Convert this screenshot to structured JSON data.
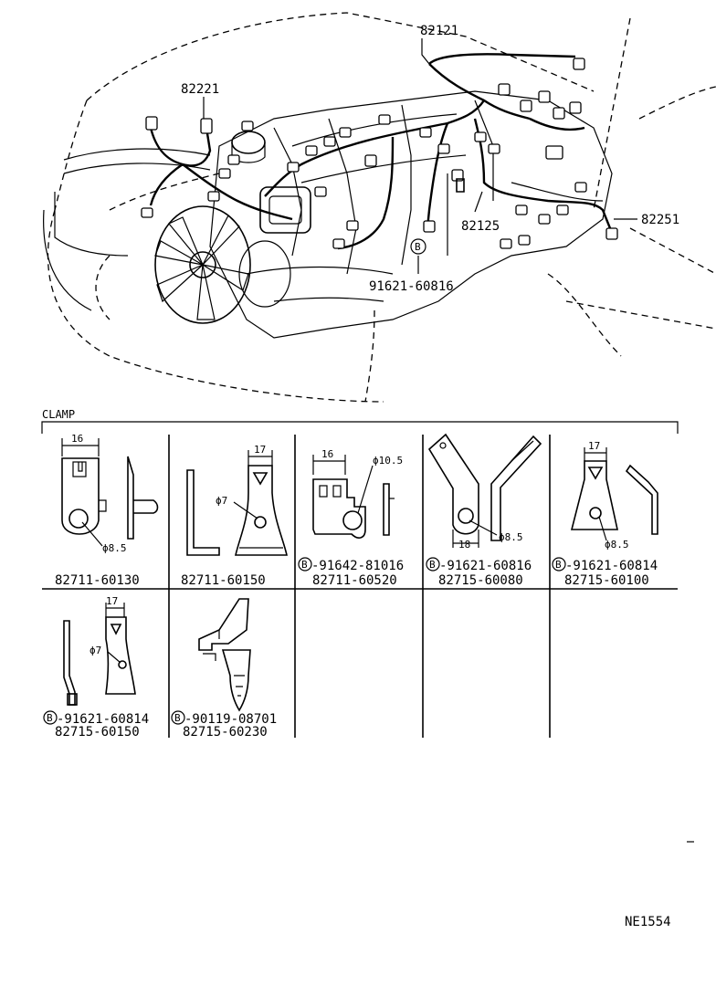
{
  "top_diagram": {
    "parts": [
      {
        "id": "p_82121",
        "label": "82121"
      },
      {
        "id": "p_82221",
        "label": "82221"
      },
      {
        "id": "p_82125",
        "label": "82125"
      },
      {
        "id": "p_82251",
        "label": "82251"
      },
      {
        "id": "p_bolt",
        "label": "91621-60816"
      }
    ],
    "bolt_marker": "B"
  },
  "clamp_section": {
    "title": "CLAMP",
    "marker": "B",
    "cells": [
      {
        "part": "82711-60130",
        "prefix": "",
        "dims": [
          "16",
          "ϕ8.5"
        ]
      },
      {
        "part": "82711-60150",
        "prefix": "",
        "dims": [
          "17",
          "ϕ7"
        ]
      },
      {
        "part": "82711-60520",
        "prefix": "-91642-81016",
        "dims": [
          "16",
          "ϕ10.5"
        ]
      },
      {
        "part": "82715-60080",
        "prefix": "-91621-60816",
        "dims": [
          "18",
          "ϕ8.5"
        ]
      },
      {
        "part": "82715-60100",
        "prefix": "-91621-60814",
        "dims": [
          "17",
          "ϕ8.5"
        ]
      },
      {
        "part": "82715-60150",
        "prefix": "-91621-60814",
        "dims": [
          "17",
          "ϕ7"
        ]
      },
      {
        "part": "82715-60230",
        "prefix": "-90119-08701",
        "dims": []
      }
    ]
  },
  "footer": {
    "code": "NE1554"
  }
}
